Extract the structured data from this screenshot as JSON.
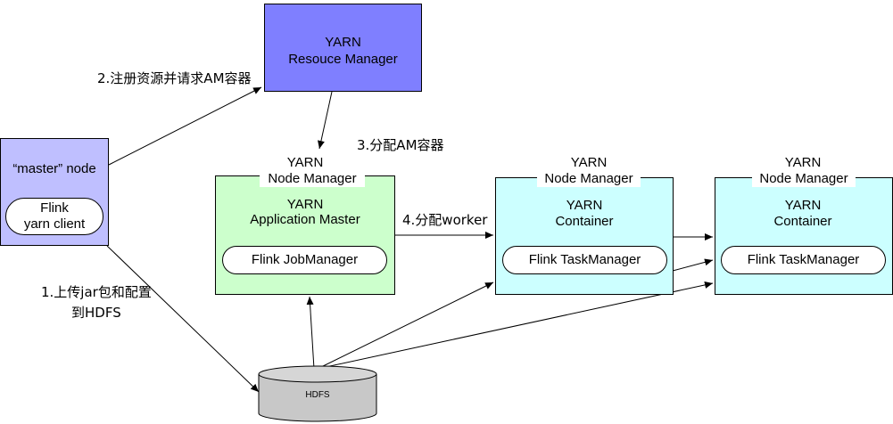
{
  "resource_manager": {
    "line1": "YARN",
    "line2": "Resouce Manager",
    "color": "#7f7fff"
  },
  "master_node": {
    "label": "“master” node",
    "client_line1": "Flink",
    "client_line2": "yarn client",
    "color": "#bfbfff"
  },
  "node_managers": [
    {
      "nm_line1": "YARN",
      "nm_line2": "Node Manager",
      "inner_line1": "YARN",
      "inner_line2": "Application Master",
      "pill": "Flink JobManager",
      "color": "#ccffcc"
    },
    {
      "nm_line1": "YARN",
      "nm_line2": "Node Manager",
      "inner_line1": "YARN",
      "inner_line2": "Container",
      "pill": "Flink TaskManager",
      "color": "#ccffff"
    },
    {
      "nm_line1": "YARN",
      "nm_line2": "Node Manager",
      "inner_line1": "YARN",
      "inner_line2": "Container",
      "pill": "Flink TaskManager",
      "color": "#ccffff"
    }
  ],
  "hdfs": {
    "label": "HDFS",
    "color": "#c8c8c8"
  },
  "steps": {
    "step1_line1": "1.上传jar包和配置",
    "step1_line2": "到HDFS",
    "step2": "2.注册资源并请求AM容器",
    "step3": "3.分配AM容器",
    "step4": "4.分配worker"
  }
}
